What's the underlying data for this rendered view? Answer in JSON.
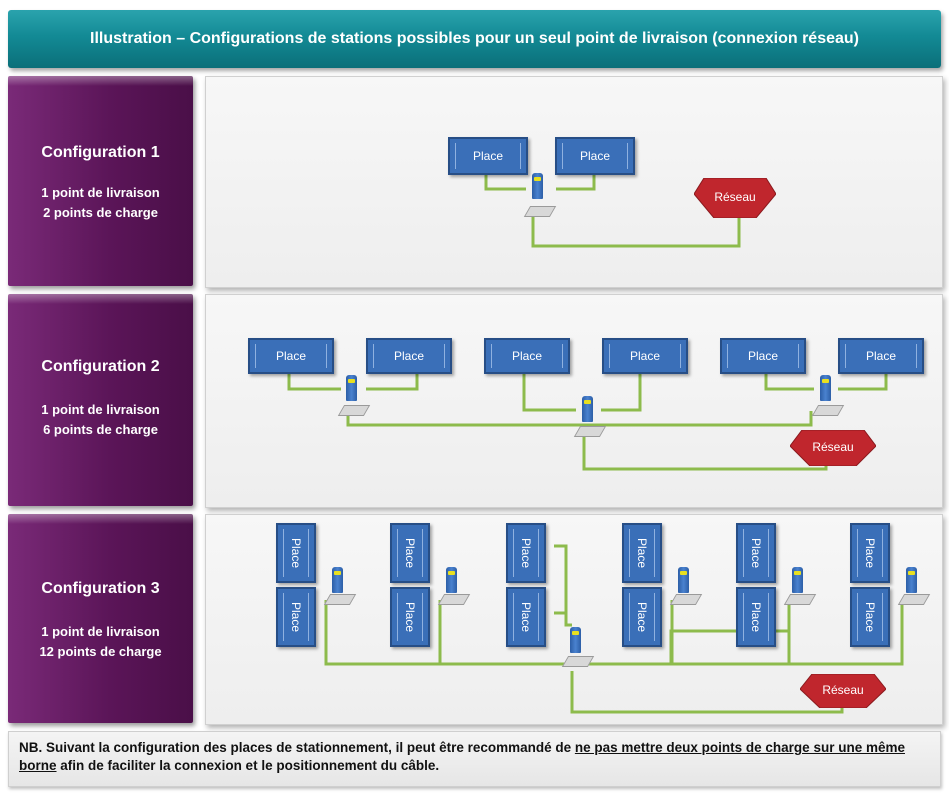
{
  "title": "Illustration – Configurations de stations possibles pour un seul point de livraison (connexion réseau)",
  "configs": [
    {
      "name": "Configuration 1",
      "line1": "1 point de livraison",
      "line2": "2 points de charge"
    },
    {
      "name": "Configuration 2",
      "line1": "1 point de livraison",
      "line2": "6 points de charge"
    },
    {
      "name": "Configuration 3",
      "line1": "1 point de livraison",
      "line2": "12 points de charge"
    }
  ],
  "labels": {
    "place": "Place",
    "reseau": "Réseau"
  },
  "note": {
    "part1": "NB. Suivant la configuration des places de stationnement, il peut être recommandé de ",
    "underlined": "ne pas mettre deux points de charge sur une même borne",
    "part2": " afin de faciliter la connexion et le positionnement du câble."
  },
  "colors": {
    "wire": "#8dbb4c",
    "place": "#3a6fb8",
    "reseau": "#c0262d",
    "side": "#5b1558",
    "title": "#138a95"
  }
}
